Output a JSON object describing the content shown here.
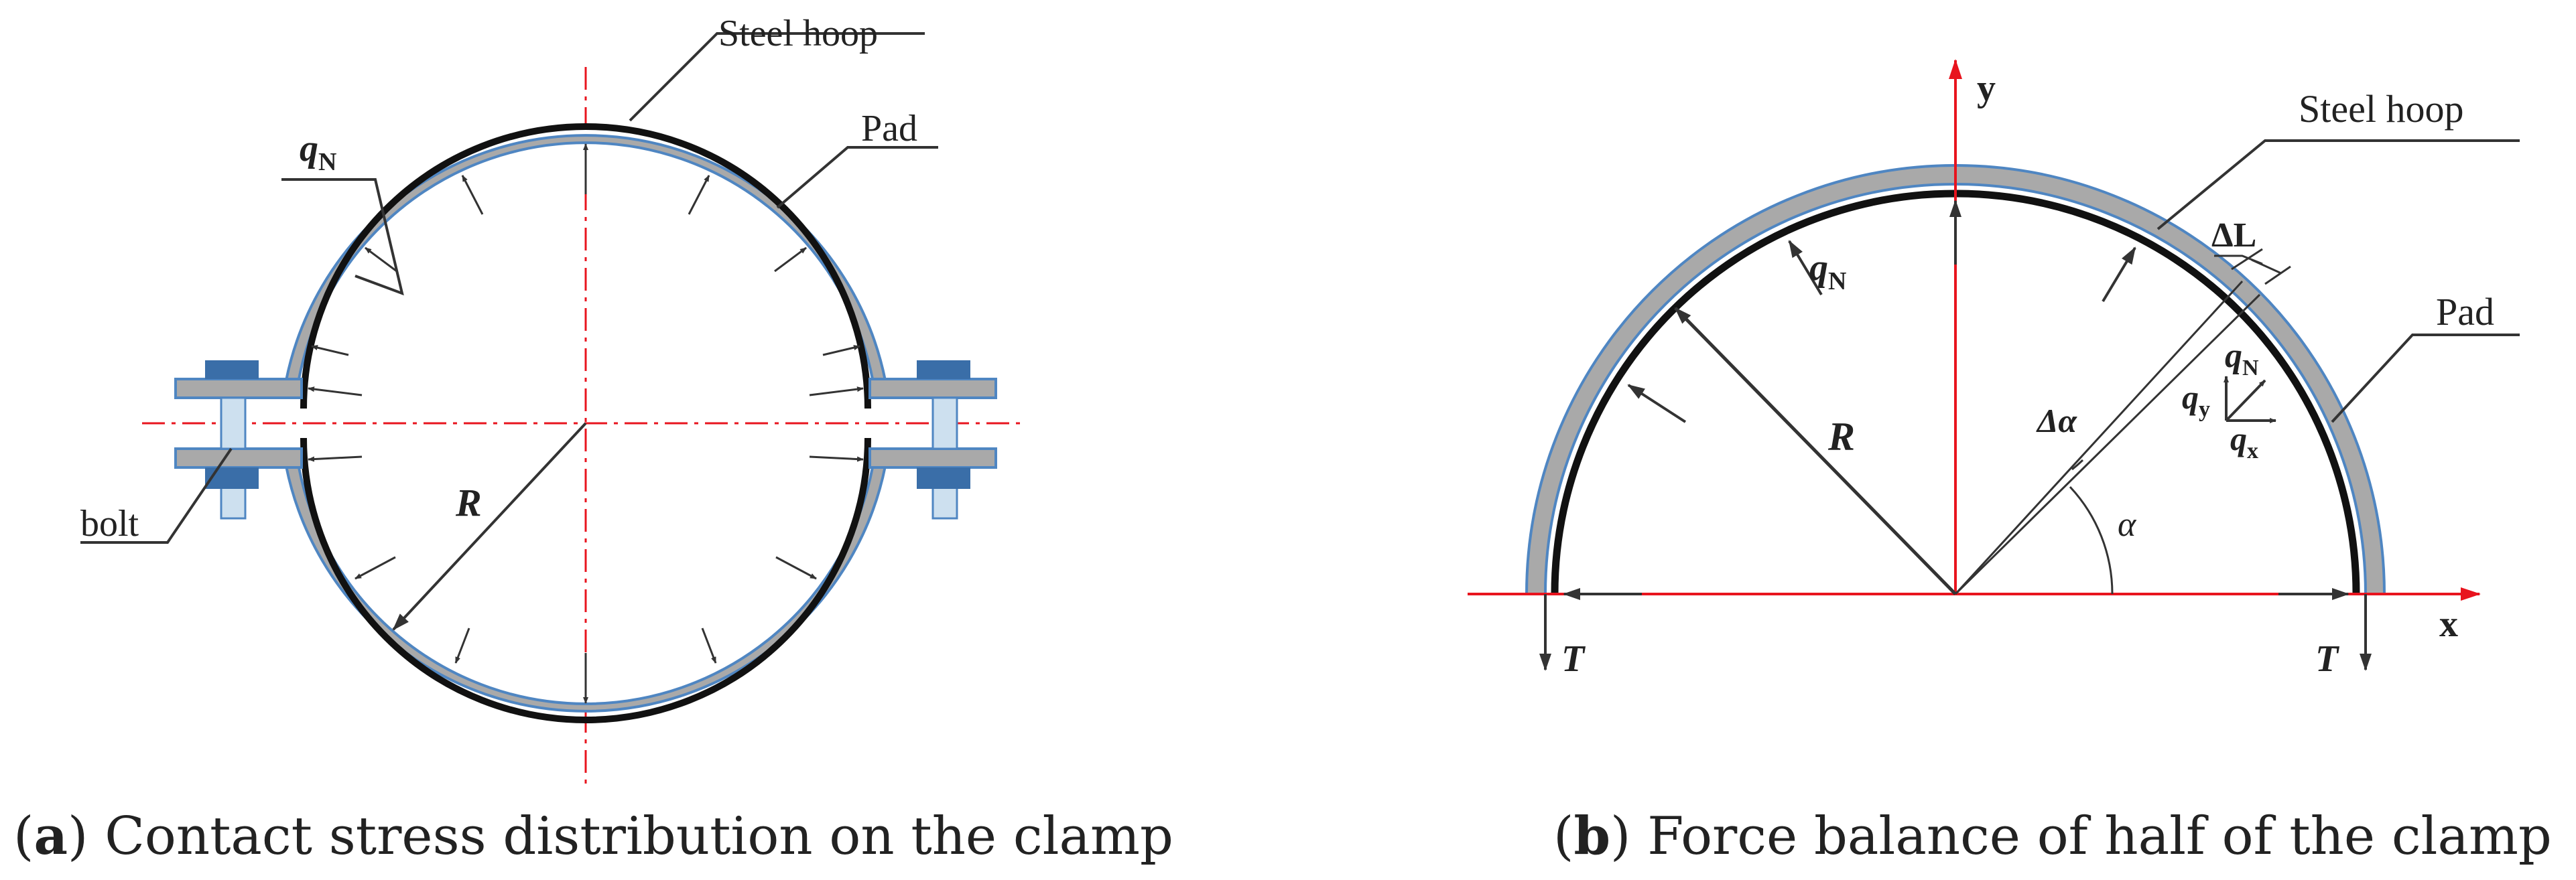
{
  "colors": {
    "hoop_edge": "#4f86c2",
    "pad_fill": "#a9a9a9",
    "lining": "#111111",
    "axis_red": "#e8141e",
    "bolt_head": "#3a6ea8",
    "bolt_body": "#cde0ef",
    "leader": "#333333"
  },
  "panel_a": {
    "labels": {
      "steel_hoop": "Steel hoop",
      "pad": "Pad",
      "qN_base": "q",
      "qN_sub": "N",
      "R": "R",
      "bolt": "bolt"
    },
    "caption": {
      "open": "(",
      "letter": "a",
      "rest": ") Contact stress distribution on the clamp"
    }
  },
  "panel_b": {
    "labels": {
      "steel_hoop": "Steel hoop",
      "pad": "Pad",
      "y_axis": "y",
      "x_axis": "x",
      "qN_base": "q",
      "qN_sub": "N",
      "qN2_base": "q",
      "qN2_sub": "N",
      "qy_base": "q",
      "qy_sub": "y",
      "qx_base": "q",
      "qx_sub": "x",
      "R": "R",
      "delta_L": "ΔL",
      "delta_alpha": "Δα",
      "alpha": "α",
      "T_left": "T",
      "T_right": "T"
    },
    "caption": {
      "open": "(",
      "letter": "b",
      "rest": ") Force balance of half of the clamp"
    }
  }
}
